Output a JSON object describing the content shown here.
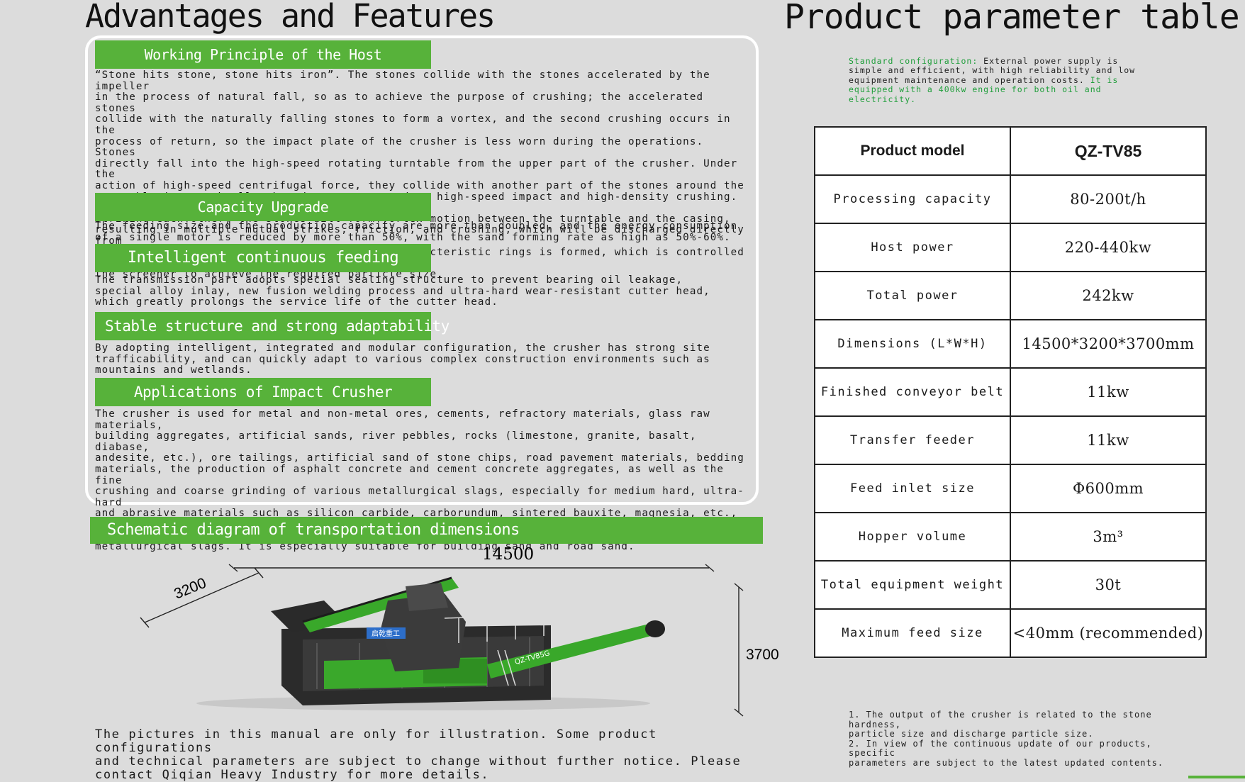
{
  "left": {
    "title": "Advantages and Features",
    "sections": [
      {
        "title": "Working Principle of the Host",
        "text": "“Stone hits stone, stone hits iron”. The stones collide with the stones accelerated by the impeller\nin the process of natural fall, so as to achieve the purpose of crushing; the accelerated stones\ncollide with the naturally falling stones to form a vortex, and the second crushing occurs in the\nprocess of return, so the impact plate of the crusher is less worn during the operations. Stones\ndirectly fall into the high-speed rotating turntable from the upper part of the crusher. Under the\naction of high-speed centrifugal force, they collide with another part of the stones around the\nturntable in an umbrella-shaped manner to produce high-speed impact and high-density crushing. After\nstriking each other, the stones will form vortex motion between the turntable and the casing,\nresulting in multiple mutual strikes, friction, and crushing, which will be discharged directly from\nthe lower part. A closed loop with multiple characteristic rings is formed, which is controlled by\nthe screener to achieve the required particle size."
      },
      {
        "title": "Capacity Upgrade",
        "text": "The feeding size and the production capacity are more than doubled, and the energy consumption\nof a single motor is reduced by more than 50%, with the sand forming rate as high as 50%-60%."
      },
      {
        "title": "Intelligent continuous feeding",
        "text": "The transmission part adopts special sealing structure to prevent bearing oil leakage,\nspecial alloy inlay, new fusion welding process and ultra-hard wear-resistant cutter head,\nwhich greatly prolongs the service life of the cutter head."
      },
      {
        "title": "Stable structure and strong adaptability",
        "text": "By adopting intelligent, integrated and modular configuration, the crusher has strong site\ntrafficability, and can quickly adapt to various complex construction environments such as\nmountains and wetlands."
      },
      {
        "title": "Applications of Impact Crusher",
        "text": "The crusher is used for metal and non-metal ores, cements, refractory materials, glass raw materials,\nbuilding aggregates, artificial sands, river pebbles, rocks (limestone, granite, basalt, diabase,\nandesite, etc.), ore tailings, artificial sand of stone chips, road pavement materials, bedding\nmaterials, the production of asphalt concrete and cement concrete aggregates, as well as the fine\ncrushing and coarse grinding of various metallurgical slags, especially for medium hard, ultra-hard\nand abrasive materials such as silicon carbide, carborundum, sintered bauxite, magnesia, etc.,\noutperforming other types of crushers. Used together with the jaw crusher, it can handle all kinds of\nmetallurgical slags. It is especially suitable for building sand and road sand."
      }
    ],
    "schematic": {
      "title": "Schematic diagram of transportation dimensions",
      "length": "14500",
      "width": "3200",
      "height": "3700",
      "brand_plate": "启乾重工",
      "model_plate": "QZ-TV85G"
    },
    "disclaimer": "The pictures in this manual are only for illustration. Some product configurations\nand technical parameters are subject to change without further notice. Please\ncontact Qiqian Heavy Industry for more details."
  },
  "right": {
    "title": "Product parameter table",
    "std_config": {
      "label": "Standard configuration:",
      "text": " External power supply is simple and efficient, with high reliability and low equipment maintenance and operation costs. ",
      "highlight": "It is equipped with a 400kw engine for both oil and electricity."
    },
    "table": {
      "header": {
        "label": "Product model",
        "value": "QZ-TV85"
      },
      "rows": [
        {
          "label": "Processing capacity",
          "value": "80-200t/h"
        },
        {
          "label": "Host power",
          "value": "220-440kw"
        },
        {
          "label": "Total power",
          "value": "242kw"
        },
        {
          "label": "Dimensions (L*W*H)",
          "value": "14500*3200*3700mm"
        },
        {
          "label": "Finished conveyor belt",
          "value": "11kw"
        },
        {
          "label": "Transfer feeder",
          "value": "11kw"
        },
        {
          "label": "Feed inlet size",
          "value": "Φ600mm"
        },
        {
          "label": "Hopper volume",
          "value": "3m³"
        },
        {
          "label": "Total equipment weight",
          "value": "30t"
        },
        {
          "label": "Maximum feed size",
          "value": "<40mm (recommended)"
        }
      ]
    },
    "notes": "1. The output of the crusher is related to the stone hardness,\nparticle size and discharge particle size.\n2. In view of the continuous update of our products, specific\nparameters are subject to the latest updated contents."
  },
  "colors": {
    "accent_green": "#57b23a",
    "background": "#dcdcdc",
    "config_green": "#1f9e3a"
  }
}
